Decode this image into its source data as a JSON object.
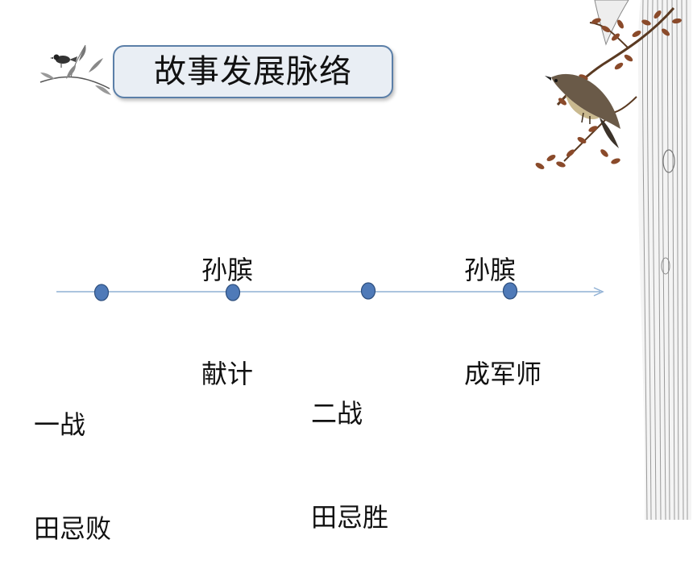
{
  "title": "故事发展脉络",
  "timeline": {
    "line_color": "#8fb0d4",
    "node_color": "#4f7ab8",
    "node_stroke": "#2e4f7e",
    "events": [
      {
        "id": "battle1",
        "line1": "一战",
        "line2": "田忌败",
        "side": "below"
      },
      {
        "id": "plan",
        "line1": "孙膑",
        "line2": "献计",
        "side": "above"
      },
      {
        "id": "battle2",
        "line1": "二战",
        "line2": "田忌胜",
        "side": "below"
      },
      {
        "id": "advisor",
        "line1": "孙膑",
        "line2": "成军师",
        "side": "above"
      }
    ]
  },
  "decorations": {
    "left": "bird-on-branch-icon",
    "right": "bird-on-tree-icon"
  }
}
